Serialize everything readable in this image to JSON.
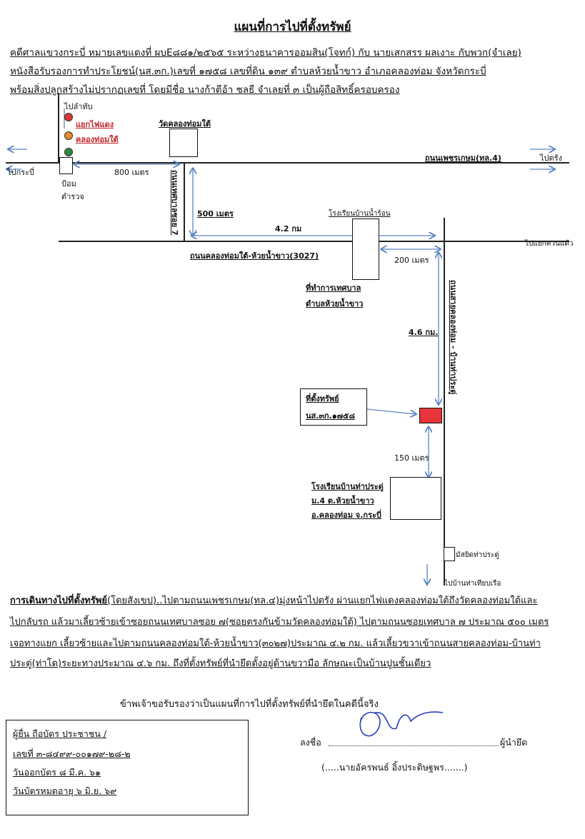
{
  "title": "แผนที่การไปที่ตั้งทรัพย์",
  "header_lines": [
    "คดีศาลแขวงกระบี่ หมายเลขแดงที่ ผบE๘๘๑/๒๕๖๕ ระหว่างธนาคารออมสิน(โจทก์) กับ นายเสกสรร ผลเงาะ กับพวก(จำเลย)",
    "หนังสือรับรองการทำประโยชน์(นส.๓ก.)เลขที่ ๑๗๕๘ เลขที่ดิน ๑๓๙ ตำบลห้วยน้ำขาว อำเภอคลองท่อม จังหวัดกระบี่",
    "พร้อมสิ่งปลูกสร้างไม่ปรากฏเลขที่ โดยมีชื่อ นางก้าตีอ้า ชลธี จำเลยที่ ๓ เป็นผู้ถือสิทธิ์ครอบครอง"
  ],
  "map": {
    "to_thap": "ไปลำทับ",
    "intersection_name_1": "แยกไฟแดง",
    "intersection_name_2": "คลองท่อมใต้",
    "wat": "วัดคลองท่อมใต้",
    "highway": "ถนนเพชรเกษม(ทล.4)",
    "to_krabi": "ไปกระบี่",
    "to_trang": "ไปตรัง",
    "police_1": "ป้อม",
    "police_2": "ตำรวจ",
    "dist_800": "800 เมตร",
    "soi_road": "ถนนเทศบาลซอย 7",
    "dist_500": "500 เมตร",
    "school_1": "โรงเรียนบ้านน้ำร้อน",
    "dist_4_2": "4.2 กม",
    "to_khuan_kaeo": "ไปแยกควนแต้ว",
    "road_3027": "ถนนคลองท่อมใต้-ห้วยน้ำขาว(3027)",
    "dist_200": "200 เมตร",
    "municipal_1": "ที่ทำการเทศบาล",
    "municipal_2": "ตำบลห้วยน้ำขาว",
    "dist_4_6": "4.6 กม.",
    "side_road": "ถนนสายคลองท่อม - บ้านท่าประดู่",
    "property_label_1": "ที่ตั้งทรัพย์",
    "property_label_2": "นส.๓ก.๑๗๕๘",
    "dist_150": "150 เมตร",
    "school_2_1": "โรงเรียนบ้านท่าประดู่",
    "school_2_2": "ม.4 ต.ห้วยน้ำขาว",
    "school_2_3": "อ.คลองท่อม จ.กระบี่",
    "mosque": "มัสยิดท่าประดู่",
    "to_tha_khian_ruea": "ไปบ้านท่าเทียบเรือ"
  },
  "directions": {
    "lead": "การเดินทางไปที่ตั้งทรัพย์",
    "lines": [
      "(โดยสังเขป)..ไปตามถนนเพชรเกษม(ทล.๔)มุ่งหน้าไปตรัง  ผ่านแยกไฟแดงคลองท่อมใต้ถึงวัดคลองท่อมใต้และ",
      "ไปกลับรถ แล้วมาเลี้ยวซ้ายเข้าซอยถนนเทศบาลซอย ๗(ซอยตรงกันข้ามวัดคลองท่อมใต้) ไปตามถนนซอยเทศบาล ๗ ประมาณ ๕๐๐ เมตร",
      "เจอทางแยก เลี้ยวซ้ายและไปตามถนนคลองท่อมใต้-ห้วยน้ำขาว(๓๐๒๗)ประมาณ ๔.๒ กม. แล้วเลี้ยวขวาเข้าถนนสายคลองท่อม-บ้านท่า",
      "ประดู่(ท่าโด)ระยะทางประมาณ ๔.๖ กม. ถึงที่ตั้งทรัพย์ที่นำยึดตั้งอยู่ด้านขวามือ ลักษณะเป็นบ้านปูนชั้นเดียว"
    ]
  },
  "certification": "ข้าพเจ้าขอรับรองว่าเป็นแผนที่การไปที่ตั้งทรัพย์ที่นำยึดในคดีนี้จริง",
  "id_box": {
    "line1": "ผู้ยื่น  ถือบัตร ประชาชน /",
    "line2": "เลขที่ ๓-๘๔๙๙-๐๐๑๗๙-๒๘-๒",
    "line3": "วันออกบัตร        ๘ มี.ค. ๖๑",
    "line4": "วันบัตรหมดอายุ   ๖ มิ.ย. ๖๙"
  },
  "signature": {
    "sign_label": "ลงชื่อ",
    "role": "ผู้นำยึด",
    "name": "(.....นายอัครพนธ์ อิ้งประดิษฐพร.......)"
  },
  "colors": {
    "traffic_red": "#e0362e",
    "traffic_yellow": "#e58a2a",
    "traffic_green": "#2e8a3a",
    "property": "#e8343a",
    "arrow": "#5b84c4",
    "signature_ink": "#2a3fb8"
  }
}
